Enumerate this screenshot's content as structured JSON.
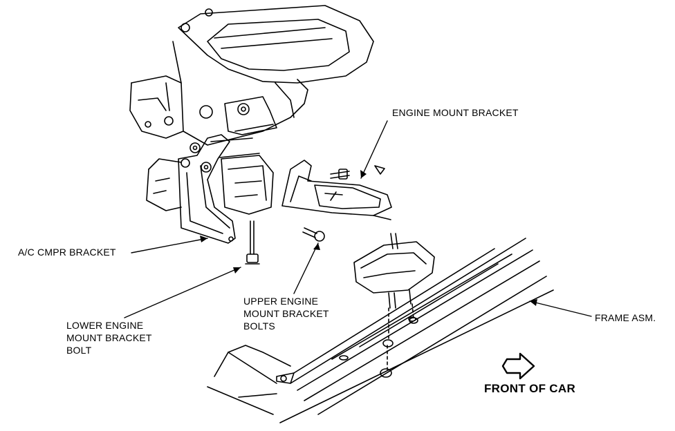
{
  "labels": {
    "engine_mount_bracket": "ENGINE MOUNT BRACKET",
    "ac_cmpr_bracket": "A/C CMPR BRACKET",
    "upper_bolts": [
      "UPPER ENGINE",
      "MOUNT BRACKET",
      "BOLTS"
    ],
    "lower_bolt": [
      "LOWER ENGINE",
      "MOUNT BRACKET",
      "BOLT"
    ],
    "frame_asm": "FRAME ASM.",
    "front_of_car": "FRONT OF CAR"
  },
  "colors": {
    "ink": "#000000",
    "paper": "#ffffff"
  }
}
